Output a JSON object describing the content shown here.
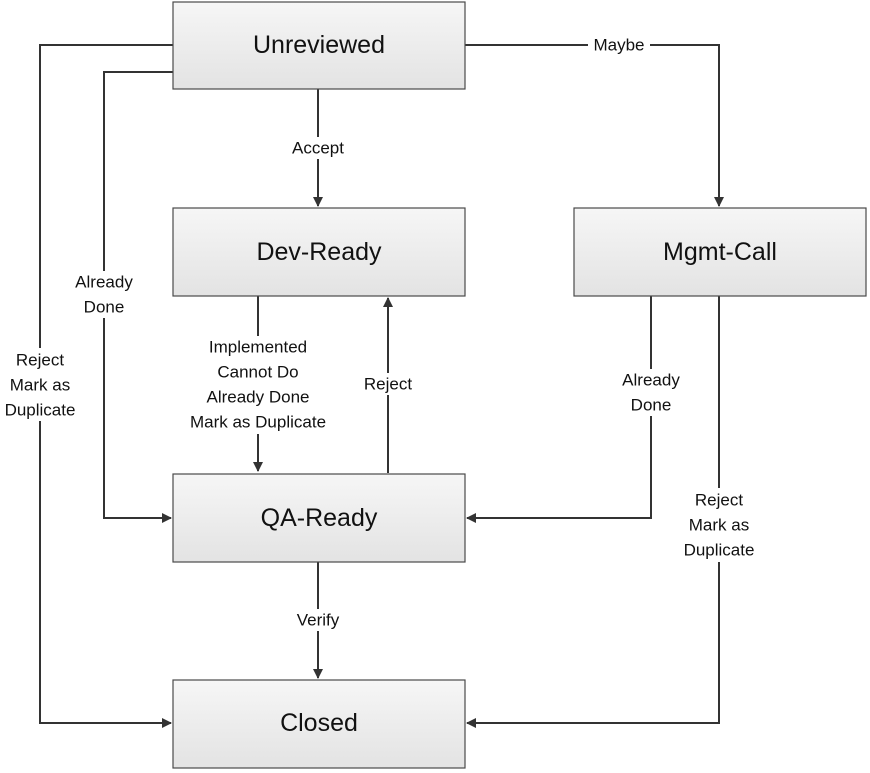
{
  "states": {
    "unreviewed": "Unreviewed",
    "dev_ready": "Dev-Ready",
    "mgmt_call": "Mgmt-Call",
    "qa_ready": "QA-Ready",
    "closed": "Closed"
  },
  "transitions": {
    "accept": "Accept",
    "maybe": "Maybe",
    "left_already_done": [
      "Already",
      "Done"
    ],
    "left_reject": [
      "Reject",
      "Mark as",
      "Duplicate"
    ],
    "dev_to_qa": [
      "Implemented",
      "Cannot Do",
      "Already Done",
      "Mark as Duplicate"
    ],
    "qa_reject": "Reject",
    "mgmt_already_done": [
      "Already",
      "Done"
    ],
    "mgmt_reject": [
      "Reject",
      "Mark as",
      "Duplicate"
    ],
    "verify": "Verify"
  }
}
